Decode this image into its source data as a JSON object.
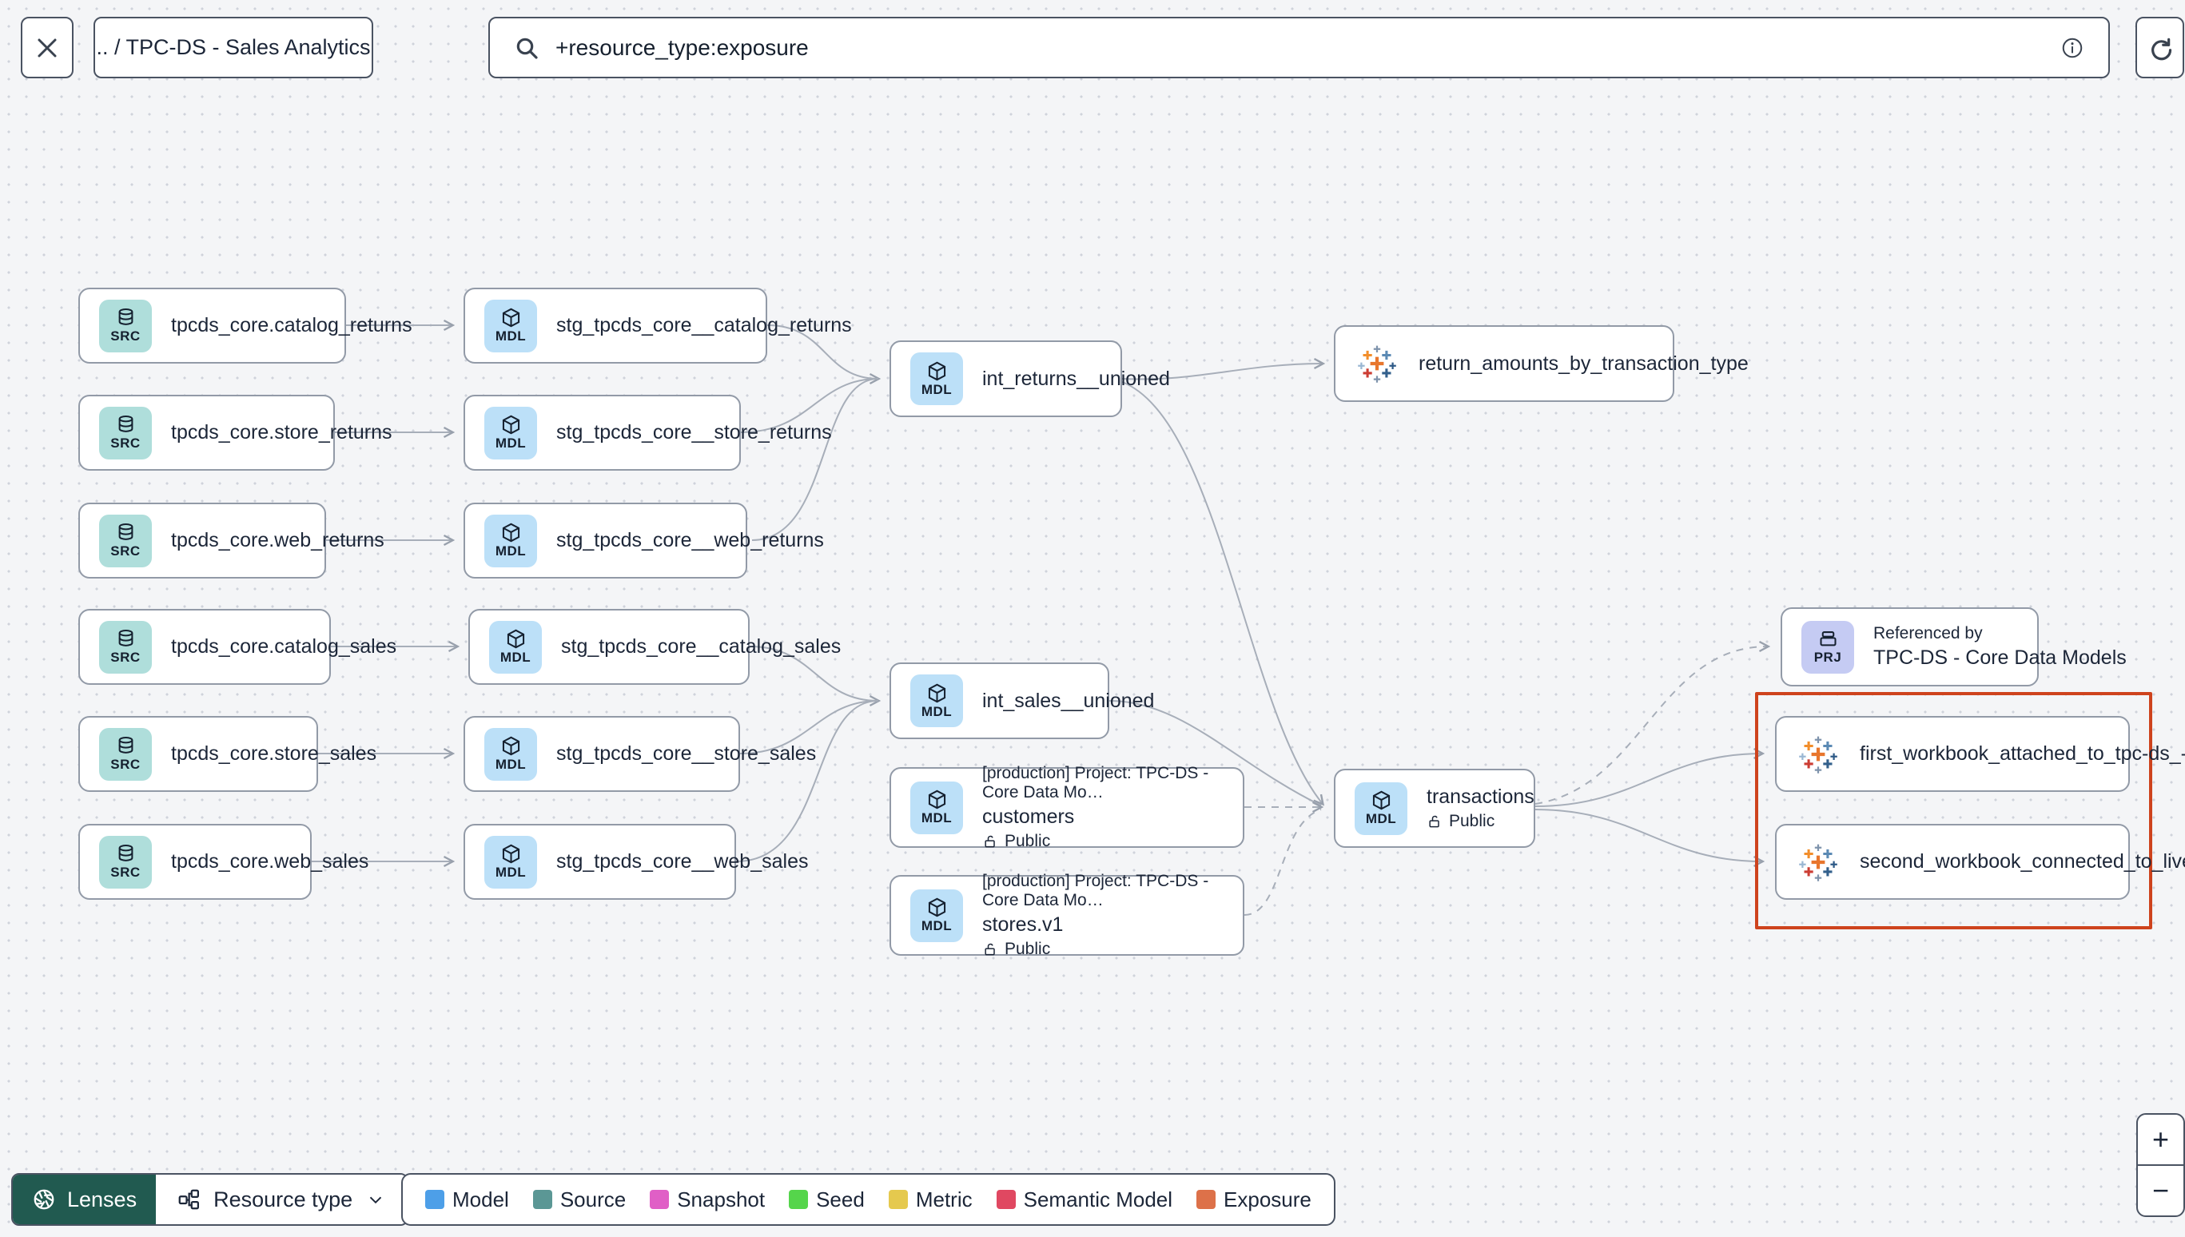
{
  "header": {
    "breadcrumb": ".. / TPC-DS - Sales Analytics",
    "search_value": "+resource_type:exposure"
  },
  "badges": {
    "src": "SRC",
    "mdl": "MDL",
    "prj": "PRJ"
  },
  "colors": {
    "src_badge": "#AFDEDB",
    "mdl_badge": "#BCE0F8",
    "prj_badge": "#C5CBF3",
    "highlight_red": "#CE431D",
    "lenses_bg": "#215A50",
    "model": "#4D9FE8",
    "source": "#5B9795",
    "snapshot": "#E05FC6",
    "seed": "#55D54B",
    "metric": "#E5C94E",
    "semantic_model": "#E04861",
    "exposure": "#DD7149"
  },
  "nodes": {
    "src_catalog_returns": {
      "label": "tpcds_core.catalog_returns"
    },
    "src_store_returns": {
      "label": "tpcds_core.store_returns"
    },
    "src_web_returns": {
      "label": "tpcds_core.web_returns"
    },
    "src_catalog_sales": {
      "label": "tpcds_core.catalog_sales"
    },
    "src_store_sales": {
      "label": "tpcds_core.store_sales"
    },
    "src_web_sales": {
      "label": "tpcds_core.web_sales"
    },
    "stg_catalog_returns": {
      "label": "stg_tpcds_core__catalog_returns"
    },
    "stg_store_returns": {
      "label": "stg_tpcds_core__store_returns"
    },
    "stg_web_returns": {
      "label": "stg_tpcds_core__web_returns"
    },
    "stg_catalog_sales": {
      "label": "stg_tpcds_core__catalog_sales"
    },
    "stg_store_sales": {
      "label": "stg_tpcds_core__store_sales"
    },
    "stg_web_sales": {
      "label": "stg_tpcds_core__web_sales"
    },
    "int_returns": {
      "label": "int_returns__unioned"
    },
    "int_sales": {
      "label": "int_sales__unioned"
    },
    "exposure_returns": {
      "label": "return_amounts_by_transaction_type"
    },
    "customers": {
      "project_line": "[production] Project: TPC-DS - Core Data Mo…",
      "name": "customers",
      "visibility": "Public"
    },
    "stores": {
      "project_line": "[production] Project: TPC-DS - Core Data Mo…",
      "name": "stores.v1",
      "visibility": "Public"
    },
    "transactions": {
      "name": "transactions",
      "visibility": "Public"
    },
    "referenced": {
      "line1": "Referenced by",
      "line2": "TPC-DS - Core Data Models"
    },
    "workbook1": {
      "label": "first_workbook_attached_to_tpc-ds_-_…"
    },
    "workbook2": {
      "label": "second_workbook_connected_to_live…"
    }
  },
  "legend": {
    "items": [
      {
        "label": "Model"
      },
      {
        "label": "Source"
      },
      {
        "label": "Snapshot"
      },
      {
        "label": "Seed"
      },
      {
        "label": "Metric"
      },
      {
        "label": "Semantic Model"
      },
      {
        "label": "Exposure"
      }
    ]
  },
  "controls": {
    "lenses": "Lenses",
    "resource_type": "Resource type",
    "zoom_in": "+",
    "zoom_out": "−"
  }
}
